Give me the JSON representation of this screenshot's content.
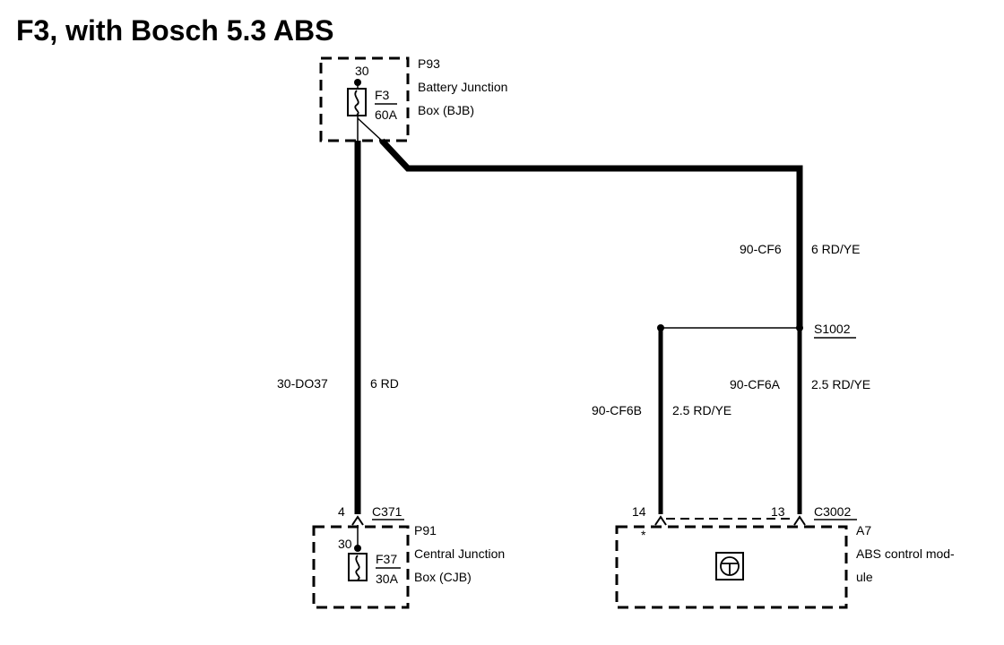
{
  "diagram": {
    "title": "F3, with Bosch 5.3 ABS",
    "bjb": {
      "pin": "30",
      "connector": "P93",
      "name_line1": "Battery Junction",
      "name_line2": "Box (BJB)",
      "fuse_id": "F3",
      "fuse_rating": "60A"
    },
    "wire_left": {
      "circuit": "30-DO37",
      "spec": "6 RD"
    },
    "wire_right_top": {
      "circuit": "90-CF6",
      "spec": "6 RD/YE"
    },
    "splice": "S1002",
    "wire_cf6a": {
      "circuit": "90-CF6A",
      "spec": "2.5 RD/YE"
    },
    "wire_cf6b": {
      "circuit": "90-CF6B",
      "spec": "2.5 RD/YE"
    },
    "c371": {
      "pin": "4",
      "connector": "C371"
    },
    "cjb": {
      "connector": "P91",
      "name_line1": "Central Junction",
      "name_line2": "Box (CJB)",
      "pin": "30",
      "fuse_id": "F37",
      "fuse_rating": "30A"
    },
    "c3002": {
      "pin_left": "14",
      "pin_right": "13",
      "connector": "C3002"
    },
    "abs": {
      "ref": "A7",
      "name_line1": "ABS control mod-",
      "name_line2": "ule",
      "marker": "*"
    },
    "icons": [
      "fuse-icon",
      "abs-module-icon",
      "connector-arrow-icon"
    ]
  }
}
